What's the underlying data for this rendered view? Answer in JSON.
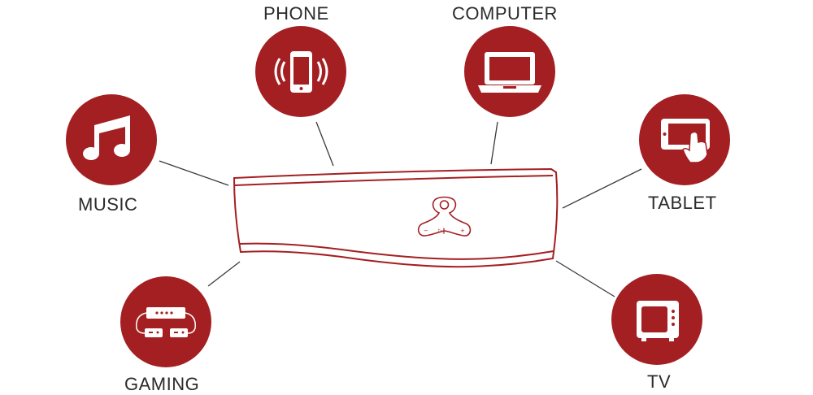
{
  "diagram": {
    "accent_color": "#a41f22",
    "line_color": "#3a3a3a",
    "nodes": [
      {
        "key": "phone",
        "label": "PHONE",
        "icon": "smartphone-vibrate-icon"
      },
      {
        "key": "computer",
        "label": "COMPUTER",
        "icon": "laptop-icon"
      },
      {
        "key": "music",
        "label": "MUSIC",
        "icon": "music-note-icon"
      },
      {
        "key": "tablet",
        "label": "TABLET",
        "icon": "tablet-touch-icon"
      },
      {
        "key": "gaming",
        "label": "GAMING",
        "icon": "game-console-icon"
      },
      {
        "key": "tv",
        "label": "TV",
        "icon": "tv-icon"
      }
    ],
    "center_device": {
      "icon": "headband-speaker-icon",
      "control_icon": "control-module-icon"
    }
  }
}
